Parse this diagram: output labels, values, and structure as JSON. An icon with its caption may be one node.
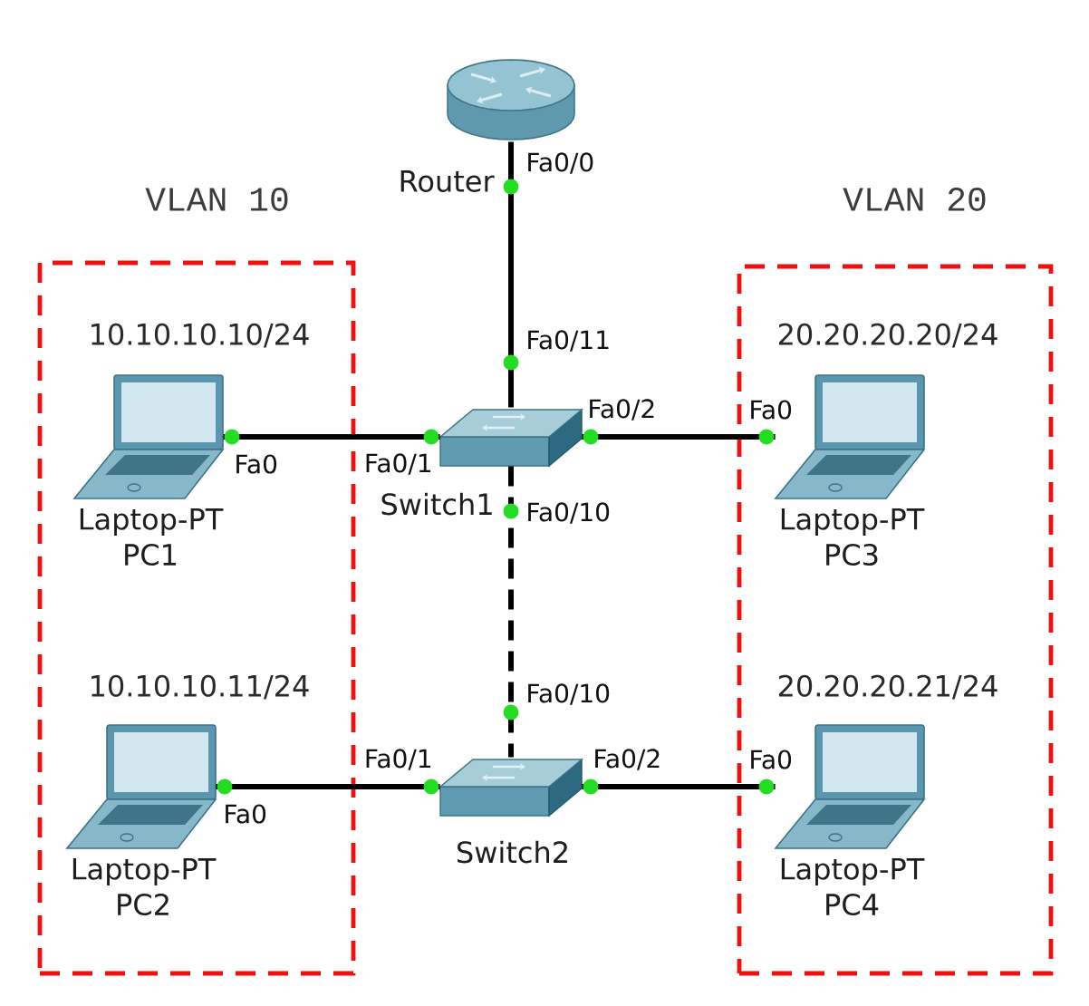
{
  "diagram": {
    "nodes": [
      {
        "text": [
          "Router"
        ]
      },
      {
        "text": [
          "VLAN 10"
        ]
      },
      {
        "text": [
          "VLAN 20"
        ]
      },
      {
        "text": [
          "Laptop-PT",
          "PC1"
        ],
        "in": 1,
        "beside": [
          "10.10.10.10/24"
        ]
      },
      {
        "text": [
          "Switch1"
        ]
      },
      {
        "text": [
          "Laptop-PT",
          "PC3"
        ],
        "in": 2,
        "beside": [
          "20.20.20.20/24"
        ]
      },
      {
        "text": [
          "Laptop-PT",
          "PC2"
        ],
        "in": 1,
        "beside": [
          "10.10.10.11/24"
        ]
      },
      {
        "text": [
          "Switch2"
        ]
      },
      {
        "text": [
          "Laptop-PT",
          "PC4"
        ],
        "in": 2,
        "beside": [
          "20.20.20.21/24"
        ]
      }
    ],
    "edges": [
      {
        "from": 0,
        "to": 4,
        "arrow": "none"
      },
      {
        "from": 3,
        "to": 4,
        "arrow": "none"
      },
      {
        "from": 4,
        "to": 5,
        "arrow": "none"
      },
      {
        "from": 4,
        "to": 7,
        "arrow": "none",
        "style": "dashed"
      },
      {
        "from": 6,
        "to": 7,
        "arrow": "none"
      },
      {
        "from": 7,
        "to": 8,
        "arrow": "none"
      }
    ],
    "labels": [
      "Fa0/0",
      "Fa0/11",
      "Fa0",
      "Fa0/1",
      "Fa0/2",
      "Fa0",
      "Fa0/10",
      "Fa0/10",
      "Fa0",
      "Fa0/1",
      "Fa0/2",
      "Fa0"
    ]
  }
}
